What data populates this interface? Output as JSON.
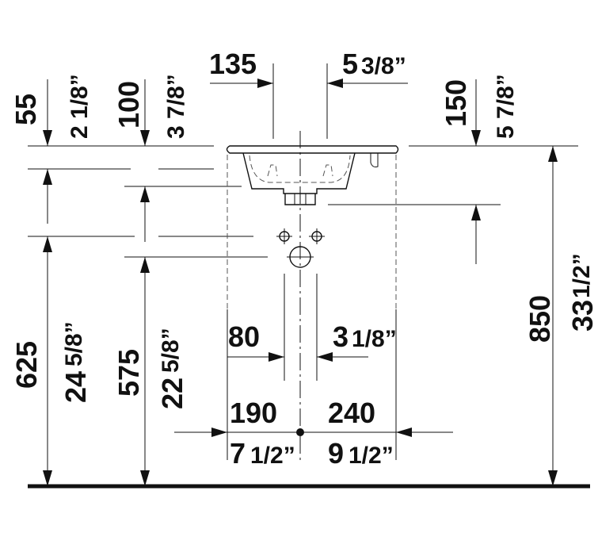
{
  "diagram": {
    "top_dims": {
      "d135": "135",
      "d5": "5",
      "d3_8": "3/8”"
    },
    "left_dims": {
      "d55": "55",
      "d2_1_8": "2 1/8”",
      "d100": "100",
      "d3_7_8": "3 7/8”"
    },
    "right_dims": {
      "d150": "150",
      "d5_7_8": "5 7/8”",
      "d850": "850",
      "d33": "33",
      "d1_2": "1/2”"
    },
    "vertical_dims": {
      "d625": "625",
      "d24": "24",
      "d24frac": "5/8”",
      "d575": "575",
      "d22": "22",
      "d22frac": "5/8”"
    },
    "bottom_dims": {
      "d80": "80",
      "d3_1_8_whole": "3",
      "d3_1_8_frac": "1/8”",
      "d190": "190",
      "d240": "240",
      "d7": "7",
      "d7frac": "1/2”",
      "d9": "9",
      "d9frac": "1/2”"
    }
  }
}
